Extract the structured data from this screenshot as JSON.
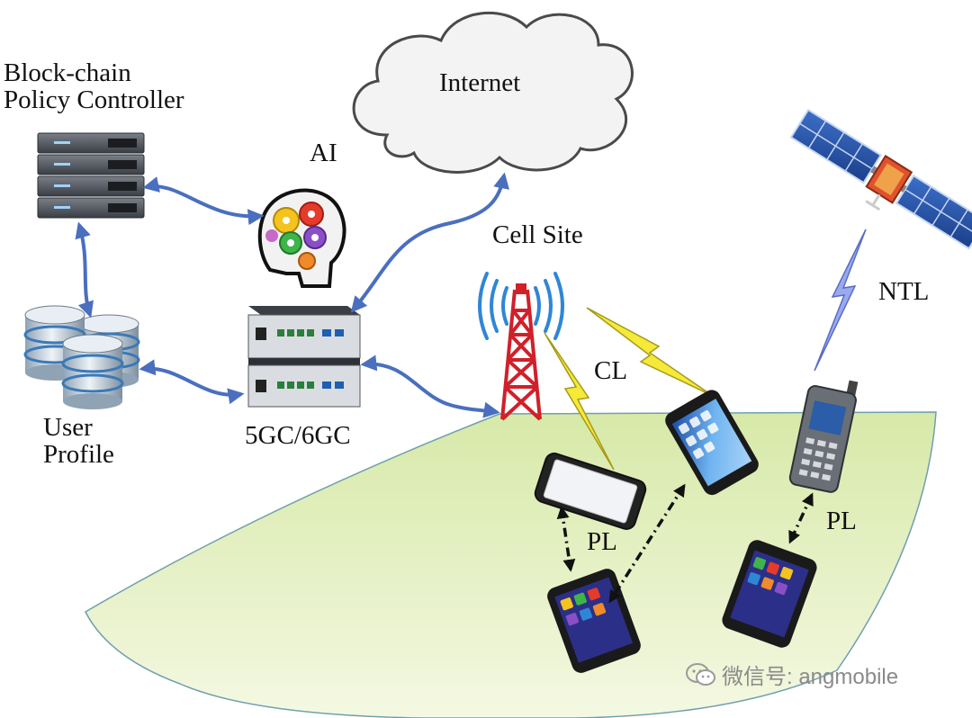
{
  "labels": {
    "controller": [
      "Block-chain",
      "Policy Controller"
    ],
    "ai": "AI",
    "internet": "Internet",
    "cell_site": "Cell Site",
    "ntl": "NTL",
    "cl": "CL",
    "user_profile": [
      "User",
      "Profile"
    ],
    "core": "5GC/6GC",
    "pl_left": "PL",
    "pl_right": "PL"
  },
  "watermark": {
    "text": "微信号: angmobile",
    "icon": "wechat-icon"
  },
  "colors": {
    "link_blue": "#4a6fbf",
    "lightning_yellow": "#f5e93a",
    "lightning_blue": "#9aaaf0",
    "coverage_fill": "#e3efbf",
    "coverage_stroke": "#6f9fb0",
    "tower_red": "#d0202a",
    "signal_blue": "#2f86d6"
  }
}
